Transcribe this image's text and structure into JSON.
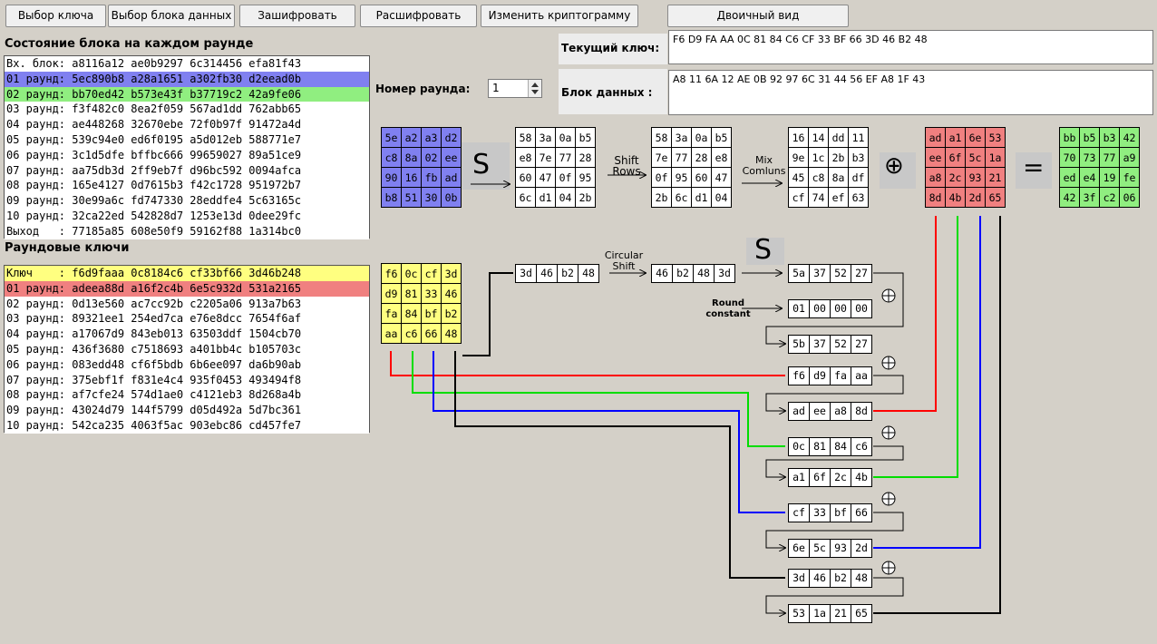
{
  "toolbar": {
    "select_key": "Выбор ключа",
    "select_block": "Выбор блока данных",
    "encrypt": "Зашифровать",
    "decrypt": "Расшифровать",
    "change_cipher": "Изменить криптограмму",
    "binary_view": "Двоичный вид"
  },
  "state": {
    "title": "Состояние блока на каждом раунде",
    "rows": [
      "Вх. блок: a8116a12 ae0b9297 6c314456 efa81f43",
      "01 раунд: 5ec890b8 a28a1651 a302fb30 d2eead0b",
      "02 раунд: bb70ed42 b573e43f b37719c2 42a9fe06",
      "03 раунд: f3f482c0 8ea2f059 567ad1dd 762abb65",
      "04 раунд: ae448268 32670ebe 72f0b97f 91472a4d",
      "05 раунд: 539c94e0 ed6f0195 a5d012eb 588771e7",
      "06 раунд: 3c1d5dfe bffbc666 99659027 89a51ce9",
      "07 раунд: aa75db3d 2ff9eb7f d96bc592 0094afca",
      "08 раунд: 165e4127 0d7615b3 f42c1728 951972b7",
      "09 раунд: 30e99a6c fd747330 28eddfe4 5c63165c",
      "10 раунд: 32ca22ed 542828d7 1253e13d 0dee29fc",
      "Выход   : 77185a85 608e50f9 59162f88 1a314bc0"
    ],
    "row_colors": [
      "#ffffff",
      "#8080f0",
      "#90ee80",
      "#ffffff",
      "#ffffff",
      "#ffffff",
      "#ffffff",
      "#ffffff",
      "#ffffff",
      "#ffffff",
      "#ffffff",
      "#ffffff"
    ]
  },
  "keys": {
    "title": "Раундовые ключи",
    "rows": [
      "Ключ    : f6d9faaa 0c8184c6 cf33bf66 3d46b248",
      "01 раунд: adeea88d a16f2c4b 6e5c932d 531a2165",
      "02 раунд: 0d13e560 ac7cc92b c2205a06 913a7b63",
      "03 раунд: 89321ee1 254ed7ca e76e8dcc 7654f6af",
      "04 раунд: a17067d9 843eb013 63503ddf 1504cb70",
      "05 раунд: 436f3680 c7518693 a401bb4c b105703c",
      "06 раунд: 083edd48 cf6f5bdb 6b6ee097 da6b90ab",
      "07 раунд: 375ebf1f f831e4c4 935f0453 493494f8",
      "08 раунд: af7cfe24 574d1ae0 c4121eb3 8d268a4b",
      "09 раунд: 43024d79 144f5799 d05d492a 5d7bc361",
      "10 раунд: 542ca235 4063f5ac 903ebc86 cd457fe7"
    ],
    "row_colors": [
      "#ffff80",
      "#f08080",
      "#ffffff",
      "#ffffff",
      "#ffffff",
      "#ffffff",
      "#ffffff",
      "#ffffff",
      "#ffffff",
      "#ffffff",
      "#ffffff"
    ]
  },
  "fields": {
    "current_key_label": "Текущий ключ:",
    "current_key": "F6 D9 FA AA 0C 81 84 C6 CF 33 BF 66 3D 46 B2 48",
    "data_block_label": "Блок данных :",
    "data_block": "A8 11 6A 12 AE 0B 92 97 6C 31 44 56 EF A8 1F 43",
    "round_label": "Номер раунда:",
    "round_value": "1"
  },
  "labels": {
    "s": "S",
    "shift_rows": "Shift Rows",
    "mix_columns": "Mix Comluns",
    "circular_shift": "Circular Shift",
    "round_constant": "Round constant",
    "plus": "⊕",
    "equals": "="
  },
  "colors": {
    "state_in": "#8080f0",
    "round_key": "#f08080",
    "result": "#90ee80",
    "key_grid": "#ffff80",
    "red_line": "#ff0000",
    "green_line": "#00dd00",
    "blue_line": "#0000ff",
    "black_line": "#000000"
  },
  "matrices": {
    "input": [
      [
        "5e",
        "a2",
        "a3",
        "d2"
      ],
      [
        "c8",
        "8a",
        "02",
        "ee"
      ],
      [
        "90",
        "16",
        "fb",
        "ad"
      ],
      [
        "b8",
        "51",
        "30",
        "0b"
      ]
    ],
    "after_s": [
      [
        "58",
        "3a",
        "0a",
        "b5"
      ],
      [
        "e8",
        "7e",
        "77",
        "28"
      ],
      [
        "60",
        "47",
        "0f",
        "95"
      ],
      [
        "6c",
        "d1",
        "04",
        "2b"
      ]
    ],
    "after_shift": [
      [
        "58",
        "3a",
        "0a",
        "b5"
      ],
      [
        "7e",
        "77",
        "28",
        "e8"
      ],
      [
        "0f",
        "95",
        "60",
        "47"
      ],
      [
        "2b",
        "6c",
        "d1",
        "04"
      ]
    ],
    "after_mix": [
      [
        "16",
        "14",
        "dd",
        "11"
      ],
      [
        "9e",
        "1c",
        "2b",
        "b3"
      ],
      [
        "45",
        "c8",
        "8a",
        "df"
      ],
      [
        "cf",
        "74",
        "ef",
        "63"
      ]
    ],
    "round_key": [
      [
        "ad",
        "a1",
        "6e",
        "53"
      ],
      [
        "ee",
        "6f",
        "5c",
        "1a"
      ],
      [
        "a8",
        "2c",
        "93",
        "21"
      ],
      [
        "8d",
        "4b",
        "2d",
        "65"
      ]
    ],
    "result": [
      [
        "bb",
        "b5",
        "b3",
        "42"
      ],
      [
        "70",
        "73",
        "77",
        "a9"
      ],
      [
        "ed",
        "e4",
        "19",
        "fe"
      ],
      [
        "42",
        "3f",
        "c2",
        "06"
      ]
    ],
    "key": [
      [
        "f6",
        "0c",
        "cf",
        "3d"
      ],
      [
        "d9",
        "81",
        "33",
        "46"
      ],
      [
        "fa",
        "84",
        "bf",
        "b2"
      ],
      [
        "aa",
        "c6",
        "66",
        "48"
      ]
    ]
  },
  "rows": {
    "last_col": [
      "3d",
      "46",
      "b2",
      "48"
    ],
    "shifted": [
      "46",
      "b2",
      "48",
      "3d"
    ],
    "subbed": [
      "5a",
      "37",
      "52",
      "27"
    ],
    "rcon": [
      "01",
      "00",
      "00",
      "00"
    ],
    "rcon_xor": [
      "5b",
      "37",
      "52",
      "27"
    ],
    "w0": [
      "f6",
      "d9",
      "fa",
      "aa"
    ],
    "r0": [
      "ad",
      "ee",
      "a8",
      "8d"
    ],
    "w1": [
      "0c",
      "81",
      "84",
      "c6"
    ],
    "r1": [
      "a1",
      "6f",
      "2c",
      "4b"
    ],
    "w2": [
      "cf",
      "33",
      "bf",
      "66"
    ],
    "r2": [
      "6e",
      "5c",
      "93",
      "2d"
    ],
    "w3": [
      "3d",
      "46",
      "b2",
      "48"
    ],
    "r3": [
      "53",
      "1a",
      "21",
      "65"
    ]
  }
}
